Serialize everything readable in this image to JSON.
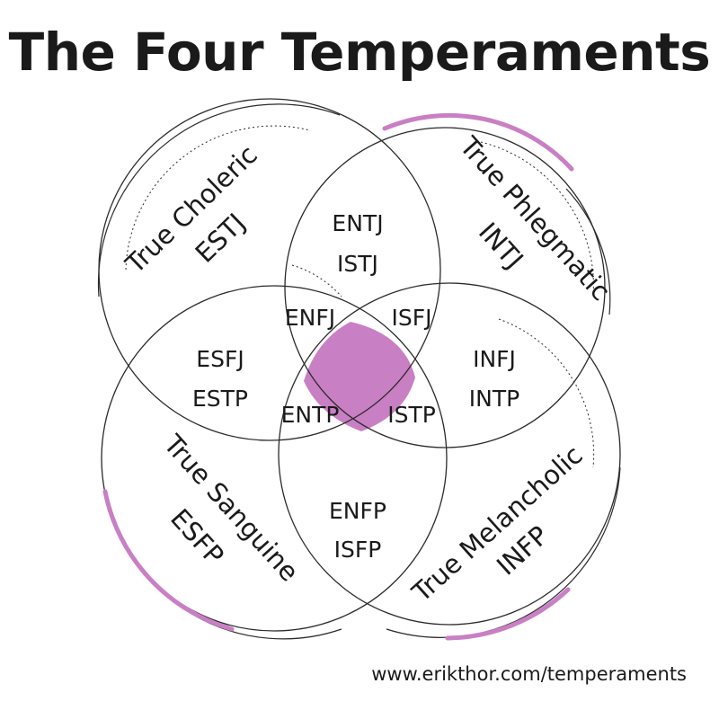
{
  "title": "The Four Temperaments",
  "footer_url": "www.erikthor.com/temperaments",
  "accent_color": "#c97fc4",
  "line_color": "#2a2a2a",
  "temperaments": {
    "choleric": {
      "name": "True Choleric",
      "type": "ESTJ"
    },
    "phlegmatic": {
      "name": "True Phlegmatic",
      "type": "INTJ"
    },
    "sanguine": {
      "name": "True Sanguine",
      "type": "ESFP"
    },
    "melancholic": {
      "name": "True Melancholic",
      "type": "INFP"
    }
  },
  "overlaps": {
    "top_1": "ENTJ",
    "top_2": "ISTJ",
    "upper_left": "ENFJ",
    "upper_right": "ISFJ",
    "left_1": "ESFJ",
    "left_2": "ESTP",
    "right_1": "INFJ",
    "right_2": "INTP",
    "lower_left": "ENTP",
    "lower_right": "ISTP",
    "bottom_1": "ENFP",
    "bottom_2": "ISFP"
  }
}
